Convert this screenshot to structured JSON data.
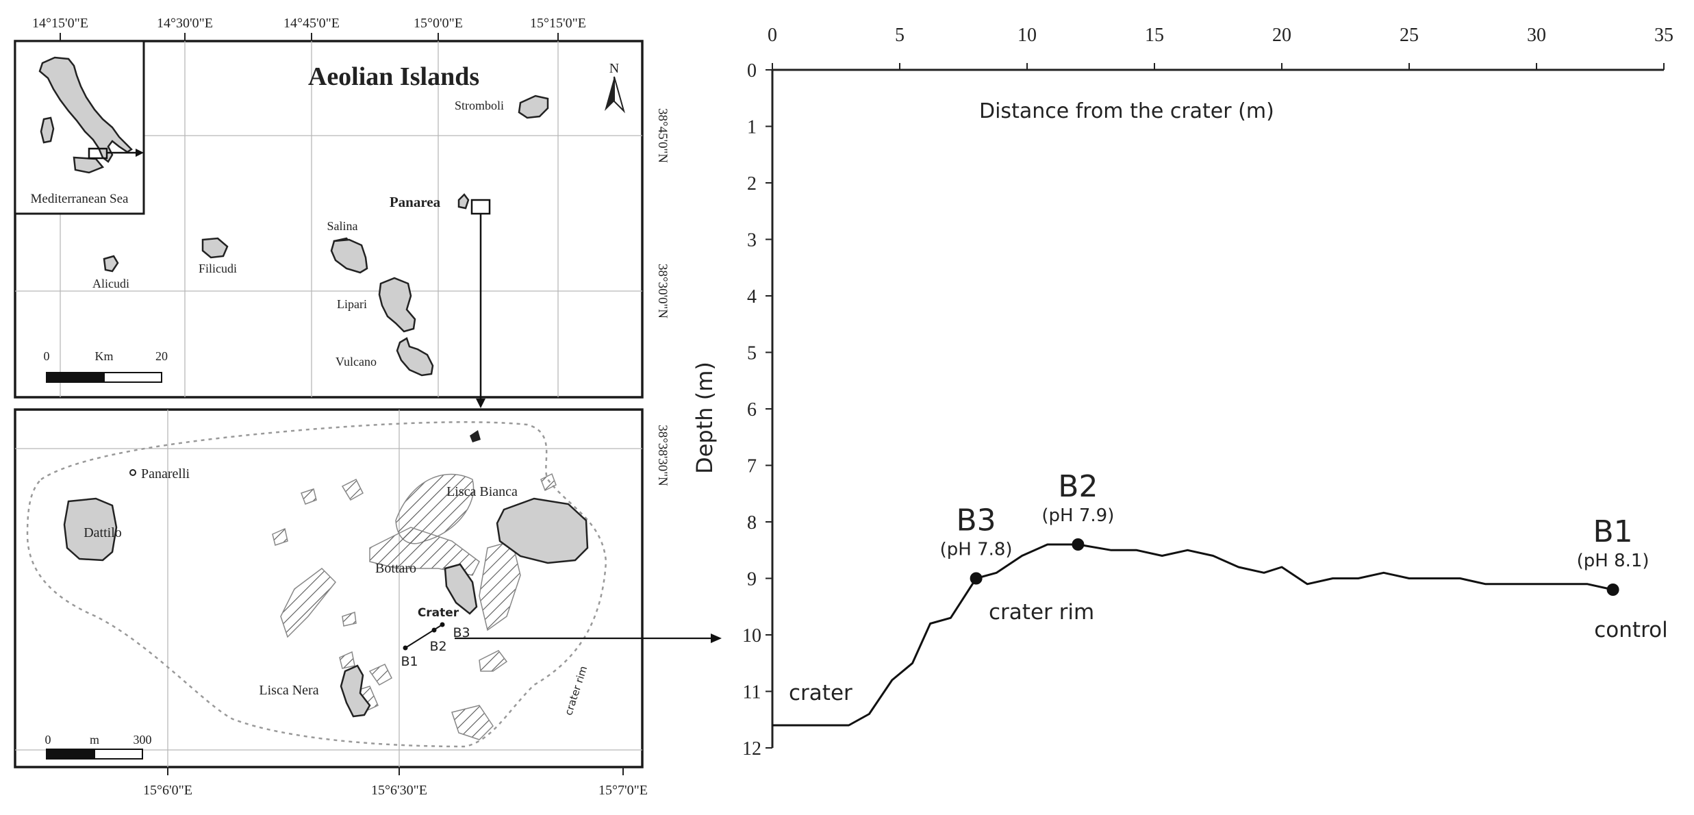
{
  "colors": {
    "land": "#cfcfcf",
    "ink": "#1a1a1a",
    "grid": "#b8b8b8"
  },
  "top_map": {
    "title": "Aeolian Islands",
    "lon_labels": [
      "14°15'0\"E",
      "14°30'0\"E",
      "14°45'0\"E",
      "15°0'0\"E",
      "15°15'0\"E"
    ],
    "lat_labels": [
      "38°45'0\"N",
      "38°30'0\"N"
    ],
    "north_label": "N",
    "inset_label": "Mediterranean Sea",
    "islands": [
      "Stromboli",
      "Panarea",
      "Salina",
      "Filicudi",
      "Alicudi",
      "Lipari",
      "Vulcano"
    ],
    "scale": {
      "start": "0",
      "unit": "Km",
      "end": "20"
    }
  },
  "bottom_map": {
    "lon_labels": [
      "15°6'0\"E",
      "15°6'30\"E",
      "15°7'0\"E"
    ],
    "lat_labels": [
      "38°38'30\"N"
    ],
    "places": [
      "Panarelli",
      "Dattilo",
      "Lisca Bianca",
      "Bottaro",
      "Lisca Nera"
    ],
    "crater_label": "Crater",
    "stations": [
      "B1",
      "B2",
      "B3"
    ],
    "rim_label": "crater rim",
    "scale": {
      "start": "0",
      "unit": "m",
      "end": "300"
    }
  },
  "chart_data": {
    "type": "line",
    "xlabel": "Distance from the crater (m)",
    "ylabel": "Depth (m)",
    "xlim": [
      0,
      35
    ],
    "ylim": [
      0,
      12
    ],
    "y_inverted": true,
    "x_axis_position": "top",
    "x_ticks": [
      0,
      5,
      10,
      15,
      20,
      25,
      30,
      35
    ],
    "y_ticks": [
      0,
      1,
      2,
      3,
      4,
      5,
      6,
      7,
      8,
      9,
      10,
      11,
      12
    ],
    "series": [
      {
        "x": [
          0,
          3,
          3.8,
          4.7,
          5.5,
          6.2,
          7.0,
          8.0,
          8.8,
          9.8,
          10.8,
          11.5,
          12.0,
          13.3,
          14.3,
          15.3,
          16.3,
          17.3,
          18.3,
          19.3,
          20.0,
          21.0,
          22.0,
          23.0,
          24.0,
          25.0,
          26.0,
          27.0,
          28.0,
          29.0,
          30.0,
          31.0,
          32.0,
          33.0
        ],
        "y": [
          11.6,
          11.6,
          11.4,
          10.8,
          10.5,
          9.8,
          9.7,
          9.0,
          8.9,
          8.6,
          8.4,
          8.4,
          8.4,
          8.5,
          8.5,
          8.6,
          8.5,
          8.6,
          8.8,
          8.9,
          8.8,
          9.1,
          9.0,
          9.0,
          8.9,
          9.0,
          9.0,
          9.0,
          9.1,
          9.1,
          9.1,
          9.1,
          9.1,
          9.2
        ]
      }
    ],
    "stations": [
      {
        "name": "B3",
        "ph": "(pH 7.8)",
        "x": 8.0,
        "y": 9.0
      },
      {
        "name": "B2",
        "ph": "(pH 7.9)",
        "x": 12.0,
        "y": 8.4
      },
      {
        "name": "B1",
        "ph": "(pH 8.1)",
        "x": 33.0,
        "y": 9.2
      }
    ],
    "annotations": [
      "crater",
      "crater rim",
      "control"
    ]
  }
}
